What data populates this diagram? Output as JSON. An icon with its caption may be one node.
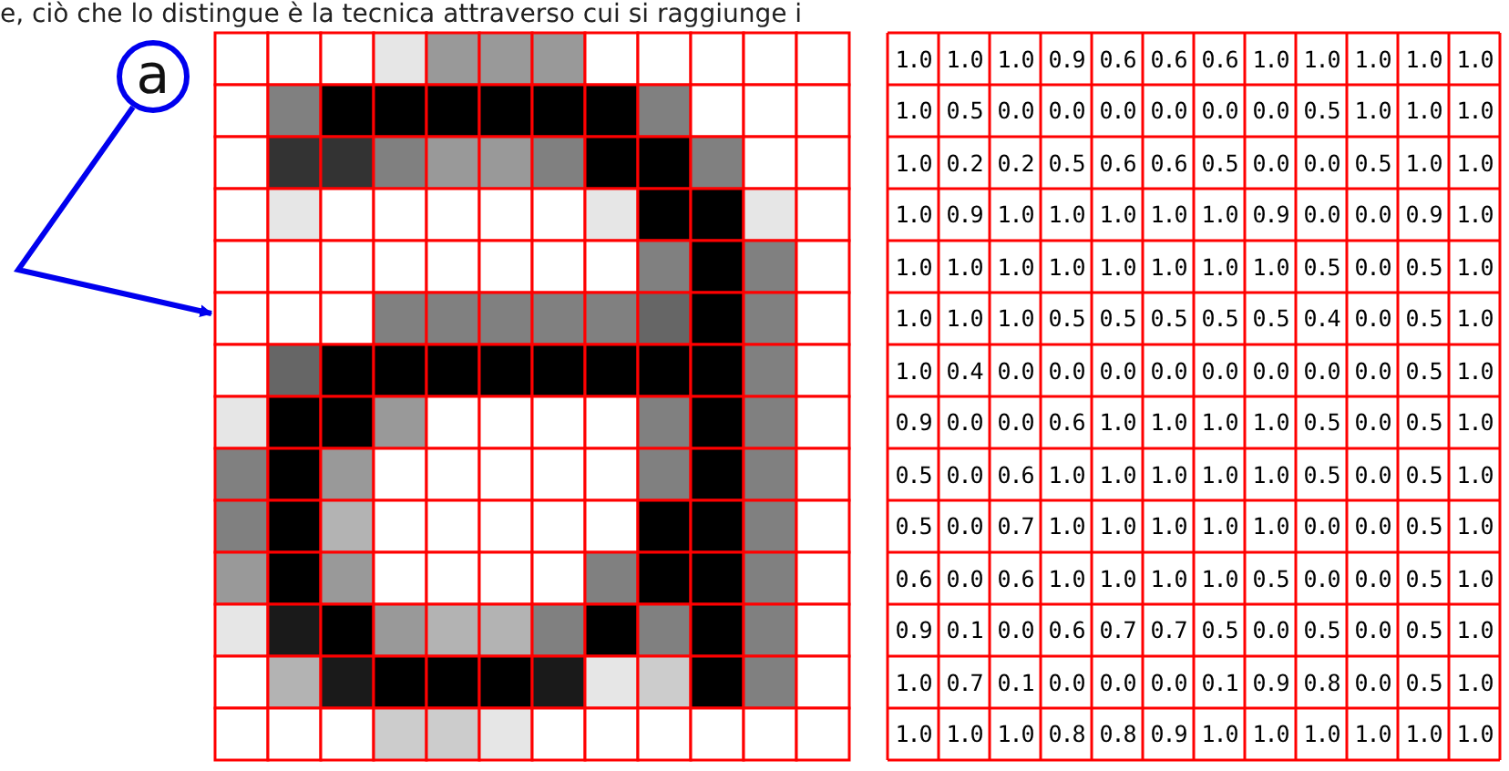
{
  "diagram": {
    "nodes": [
      {
        "text": [
          "a"
        ]
      },
      {
        "text": [],
        "shape": "box"
      }
    ],
    "edges": [
      {
        "from": 0,
        "to": 1,
        "arrow": "to"
      }
    ],
    "labels": [
      "e, ciò che lo distingue è la tecnica attraverso cui si raggiunge i",
      "1.0",
      "1.0",
      "1.0",
      "0.9",
      "0.6",
      "0.6",
      "0.6",
      "1.0",
      "1.0",
      "1.0",
      "1.0",
      "1.0",
      "1.0",
      "0.5",
      "0.0",
      "0.0",
      "0.0",
      "0.0",
      "0.0",
      "0.0",
      "0.5",
      "1.0",
      "1.0",
      "1.0",
      "1.0",
      "0.2",
      "0.2",
      "0.5",
      "0.6",
      "0.6",
      "0.5",
      "0.0",
      "0.0",
      "0.5",
      "1.0",
      "1.0",
      "1.0",
      "0.9",
      "1.0",
      "1.0",
      "1.0",
      "1.0",
      "1.0",
      "0.9",
      "0.0",
      "0.0",
      "0.9",
      "1.0",
      "1.0",
      "1.0",
      "1.0",
      "1.0",
      "1.0",
      "1.0",
      "1.0",
      "1.0",
      "0.5",
      "0.0",
      "0.5",
      "1.0",
      "1.0",
      "1.0",
      "1.0",
      "0.5",
      "0.5",
      "0.5",
      "0.5",
      "0.5",
      "0.4",
      "0.0",
      "0.5",
      "1.0",
      "1.0",
      "0.4",
      "0.0",
      "0.0",
      "0.0",
      "0.0",
      "0.0",
      "0.0",
      "0.0",
      "0.0",
      "0.5",
      "1.0",
      "0.9",
      "0.0",
      "0.0",
      "0.6",
      "1.0",
      "1.0",
      "1.0",
      "1.0",
      "0.5",
      "0.0",
      "0.5",
      "1.0",
      "0.5",
      "0.0",
      "0.6",
      "1.0",
      "1.0",
      "1.0",
      "1.0",
      "1.0",
      "0.5",
      "0.0",
      "0.5",
      "1.0",
      "0.5",
      "0.0",
      "0.7",
      "1.0",
      "1.0",
      "1.0",
      "1.0",
      "1.0",
      "0.0",
      "0.0",
      "0.5",
      "1.0",
      "0.6",
      "0.0",
      "0.6",
      "1.0",
      "1.0",
      "1.0",
      "1.0",
      "0.5",
      "0.0",
      "0.0",
      "0.5",
      "1.0",
      "0.9",
      "0.1",
      "0.0",
      "0.6",
      "0.7",
      "0.7",
      "0.5",
      "0.0",
      "0.5",
      "0.0",
      "0.5",
      "1.0",
      "1.0",
      "0.7",
      "0.1",
      "0.0",
      "0.0",
      "0.0",
      "0.1",
      "0.9",
      "0.8",
      "0.0",
      "0.5",
      "1.0",
      "1.0",
      "1.0",
      "1.0",
      "0.8",
      "0.8",
      "0.9",
      "1.0",
      "1.0",
      "1.0",
      "1.0",
      "1.0",
      "1.0"
    ]
  }
}
